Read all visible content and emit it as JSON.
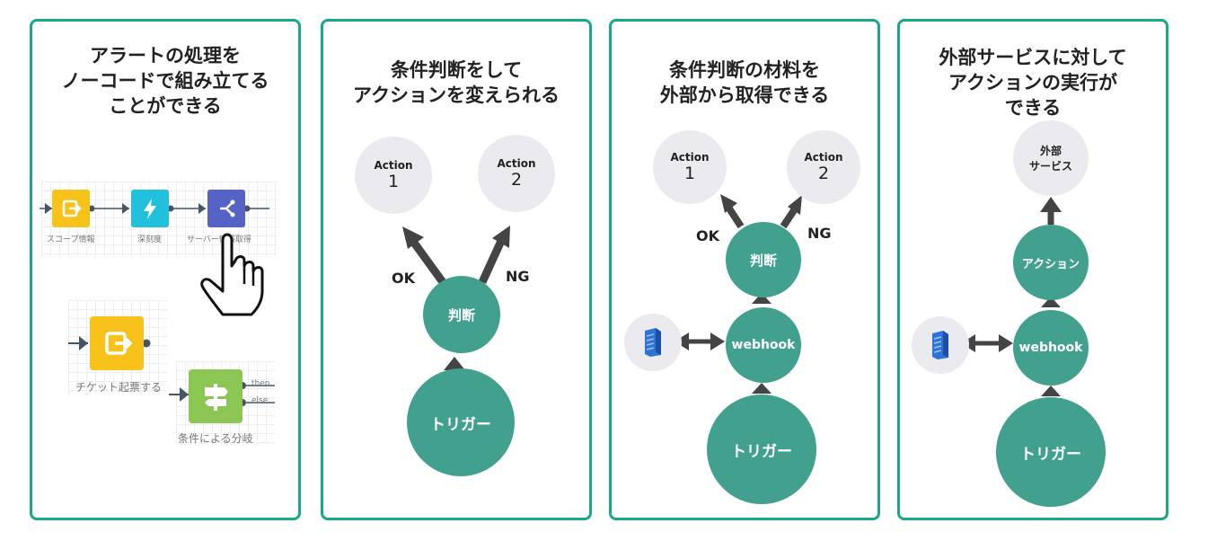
{
  "panels": [
    {
      "title_lines": [
        "アラートの処理を",
        "ノーコードで組み立てる",
        "ことができる"
      ],
      "flow_labels": [
        "スコープ情報",
        "深刻度",
        "サーバー情報取得"
      ],
      "zoom_labels": [
        "チケット起票する",
        "条件による分岐"
      ],
      "branch_labels": [
        "then",
        "else"
      ]
    },
    {
      "title_lines": [
        "条件判断をして",
        "アクションを変えられる"
      ],
      "action1": {
        "label": "Action",
        "number": "1"
      },
      "action2": {
        "label": "Action",
        "number": "2"
      },
      "ok": "OK",
      "ng": "NG",
      "decision": "判断",
      "trigger": "トリガー"
    },
    {
      "title_lines": [
        "条件判断の材料を",
        "外部から取得できる"
      ],
      "action1": {
        "label": "Action",
        "number": "1"
      },
      "action2": {
        "label": "Action",
        "number": "2"
      },
      "ok": "OK",
      "ng": "NG",
      "decision": "判断",
      "webhook": "webhook",
      "trigger": "トリガー"
    },
    {
      "title_lines": [
        "外部サービスに対して",
        "アクションの実行が",
        "できる"
      ],
      "external_lines": [
        "外部",
        "サービス"
      ],
      "action": "アクション",
      "webhook": "webhook",
      "trigger": "トリガー"
    }
  ],
  "colors": {
    "border": "#1aa88a",
    "node_teal": "#42a08e",
    "node_grey": "#ebebef",
    "arrow": "#444444",
    "block_yellow": "#f7c21a",
    "block_cyan": "#21c0dc",
    "block_indigo": "#5663c6",
    "block_green": "#8cc654"
  },
  "icons": [
    "export-icon",
    "bolt-icon",
    "branch-icon",
    "pointing-hand-icon",
    "signpost-icon",
    "server-icon"
  ]
}
